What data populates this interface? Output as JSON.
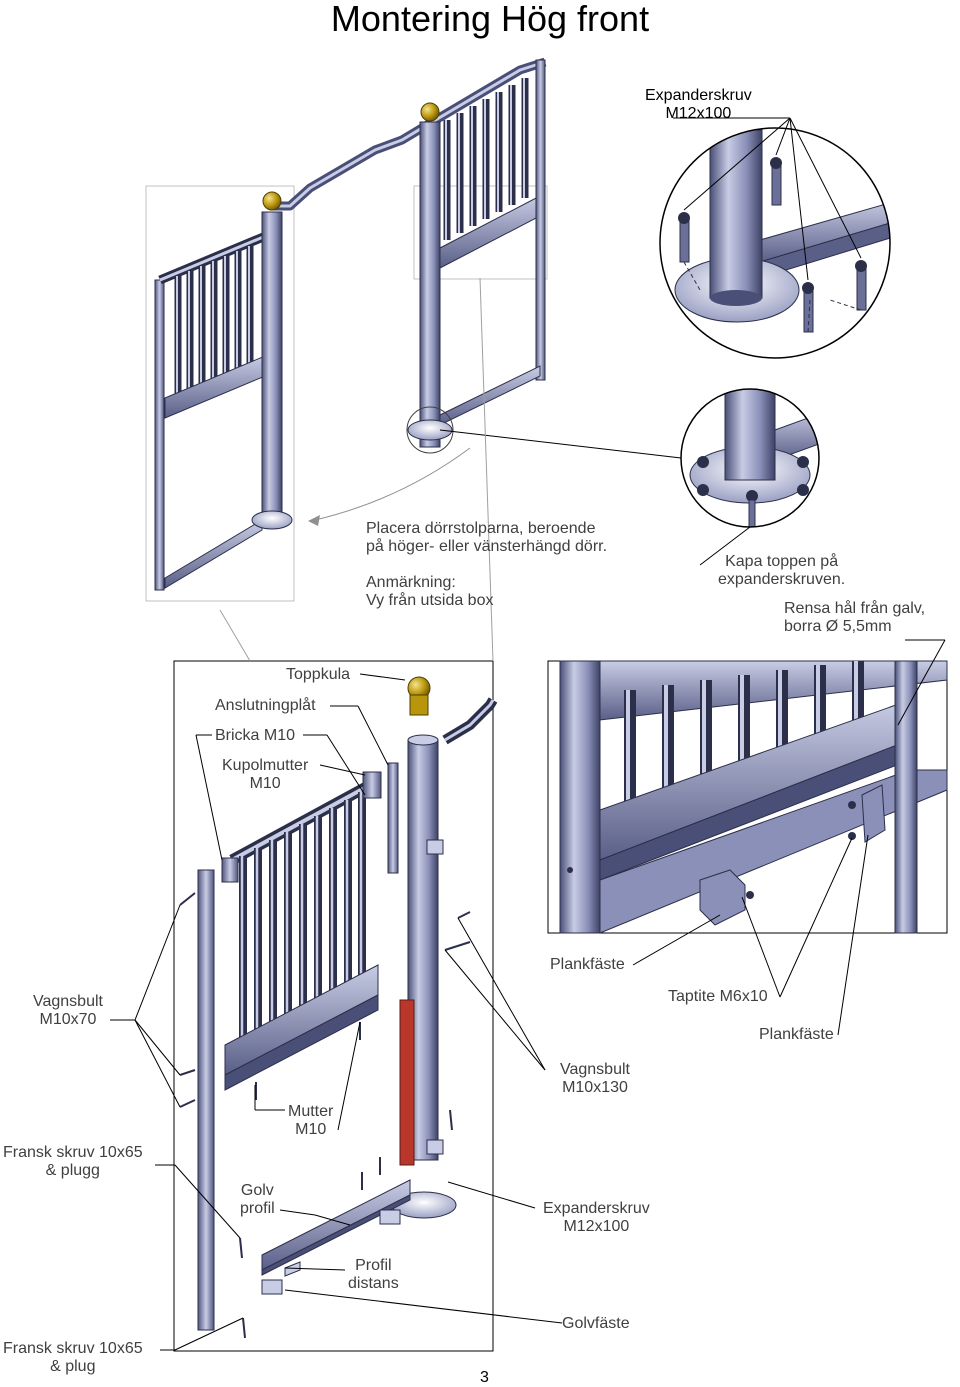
{
  "title": "Montering Hög front",
  "page_number": "3",
  "callouts": {
    "expanderskruv_top": "Expanderskruv\nM12x100",
    "placera": "Placera dörrstolparna, beroende\npå höger- eller vänsterhängd dörr.",
    "anmarkning": "Anmärkning:\nVy från utsida box",
    "kapa": "Kapa toppen på\nexpanderskruven.",
    "rensa": "Rensa hål från galv,\nborra Ø 5,5mm",
    "toppkula": "Toppkula",
    "anslutningplat": "Anslutningplåt",
    "bricka": "Bricka M10",
    "kupolmutter": "Kupolmutter\nM10",
    "vagnsbult70": "Vagnsbult\nM10x70",
    "plankfaste1": "Plankfäste",
    "taptite": "Taptite M6x10",
    "plankfaste2": "Plankfäste",
    "vagnsbult130": "Vagnsbult\nM10x130",
    "mutter": "Mutter\nM10",
    "fransk1": "Fransk skruv 10x65\n& plugg",
    "golvprofil": "Golv\nprofil",
    "expanderskruv_bottom": "Expanderskruv\nM12x100",
    "profil_distans": "Profil\ndistans",
    "golvfaste": "Golvfäste",
    "fransk2": "Fransk skruv 10x65\n& plug"
  },
  "colors": {
    "steel": "#8a90b8",
    "steel_dark": "#4a4f78",
    "steel_light": "#c8cce4",
    "brass": "#b8960c",
    "red_strip": "#b8362a"
  }
}
